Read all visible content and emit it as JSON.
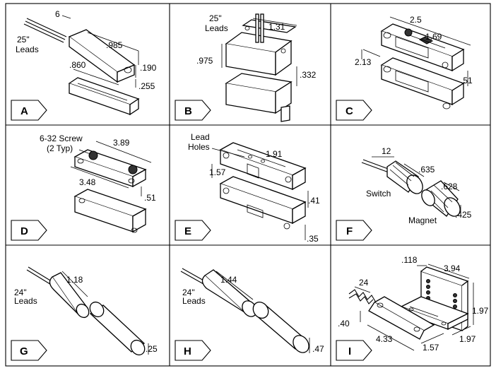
{
  "panels": [
    {
      "id": "A",
      "dims": [
        "6",
        "25\"",
        "Leads",
        ".985",
        ".860",
        ".190",
        ".255"
      ]
    },
    {
      "id": "B",
      "dims": [
        "25\"",
        "Leads",
        "1.31",
        ".975",
        ".332"
      ]
    },
    {
      "id": "C",
      "dims": [
        "2.5",
        "1.69",
        "2.13",
        ".51"
      ]
    },
    {
      "id": "D",
      "dims": [
        "6-32 Screw",
        "(2 Typ)",
        "3.89",
        "3.48",
        ".51"
      ]
    },
    {
      "id": "E",
      "dims": [
        "Lead",
        "Holes",
        "1.91",
        "1.57",
        ".41",
        ".35"
      ]
    },
    {
      "id": "F",
      "dims": [
        "12",
        ".635",
        "Switch",
        ".628",
        "Magnet",
        ".425"
      ]
    },
    {
      "id": "G",
      "dims": [
        "24\"",
        "Leads",
        "1.18",
        ".25"
      ]
    },
    {
      "id": "H",
      "dims": [
        "24\"",
        "Leads",
        "1.44",
        ".47"
      ]
    },
    {
      "id": "I",
      "dims": [
        ".118",
        "3.94",
        "24",
        "1.97",
        ".40",
        "4.33",
        "1.57",
        "1.97"
      ]
    }
  ]
}
